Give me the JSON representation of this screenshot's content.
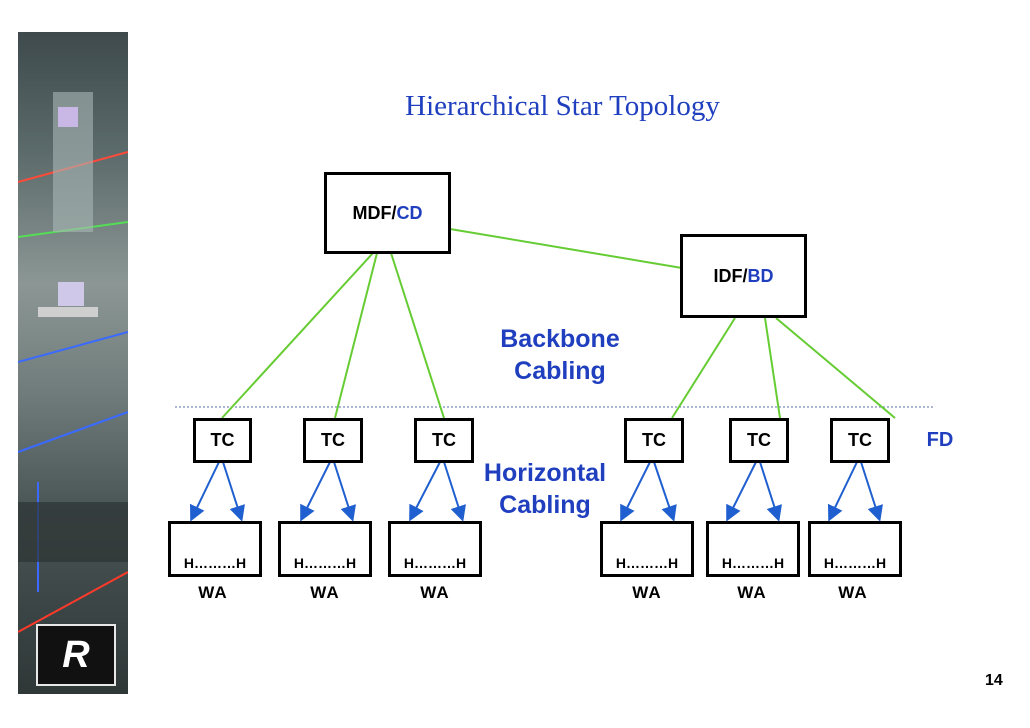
{
  "title": "Hierarchical Star Topology",
  "mdf": {
    "prefix": "MDF/",
    "suffix": "CD"
  },
  "idf": {
    "prefix": "IDF/",
    "suffix": "BD"
  },
  "backbone": {
    "line1": "Backbone",
    "line2": "Cabling"
  },
  "horizontal": {
    "line1": "Horizontal",
    "line2": "Cabling"
  },
  "fd_label": "FD",
  "tc_label": "TC",
  "h_label": "H………H",
  "wa_label": "WA",
  "logo_text": "R",
  "page_number": "14",
  "colors": {
    "accent": "#1f3fbf",
    "green": "#66cc33",
    "arrow": "#1f5fcf"
  }
}
